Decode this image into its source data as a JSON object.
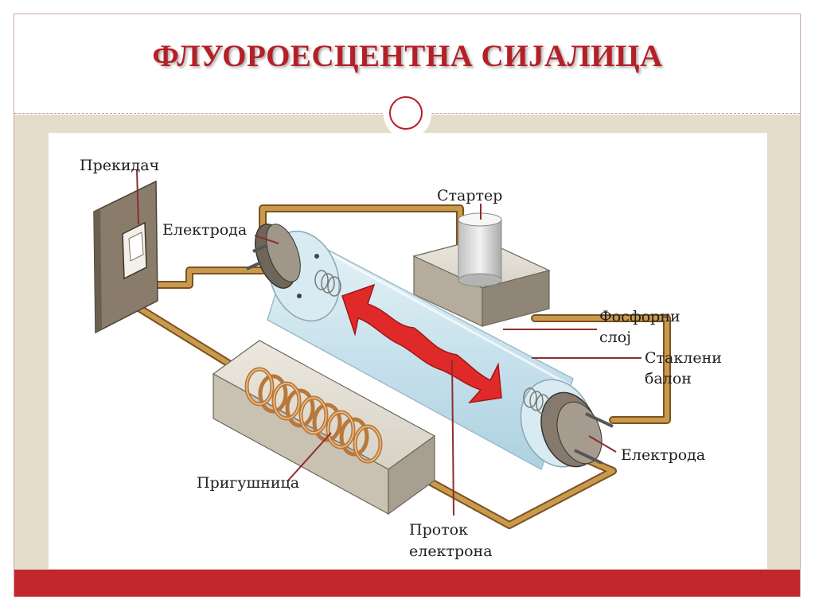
{
  "slide": {
    "title": "ФЛУОРОЕСЦЕНТНА СИЈАЛИЦА"
  },
  "diagram": {
    "labels": {
      "switch": "Прекидач",
      "electrode_left": "Електрода",
      "starter": "Стартер",
      "phosphor_line1": "Фосфорни",
      "phosphor_line2": "слој",
      "glass_line1": "Стаклени",
      "glass_line2": "балон",
      "electrode_right": "Електрода",
      "ballast": "Пригушница",
      "flow_line1": "Проток",
      "flow_line2": "електрона"
    }
  },
  "colors": {
    "accent": "#b51f26",
    "footer": "#c2272d",
    "background": "#e5dccb",
    "wire": "#c08a3a",
    "tube": "#cfe6f0",
    "arrow": "#e02a2a"
  }
}
